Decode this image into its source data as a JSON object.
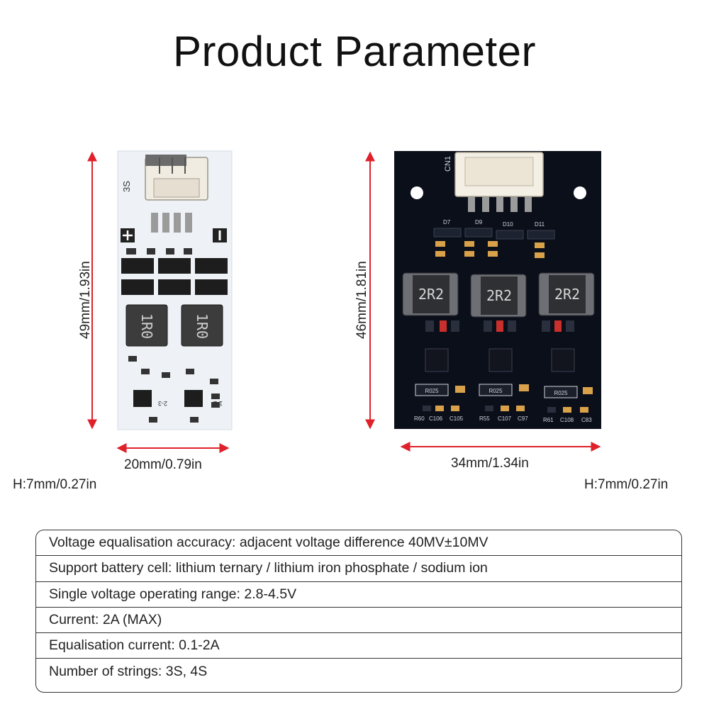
{
  "title": "Product Parameter",
  "left_board": {
    "height_label": "49mm/1.93in",
    "width_label": "20mm/0.79in",
    "thickness_label": "H:7mm/0.27in",
    "silk_3s": "3S",
    "inductor_marking": "1R0",
    "silk_labels": [
      "2-3",
      "1-2"
    ]
  },
  "right_board": {
    "height_label": "46mm/1.81in",
    "width_label": "34mm/1.34in",
    "thickness_label": "H:7mm/0.27in",
    "connector_label": "CN1",
    "inductor_marking": "2R2",
    "resistor_marking": "R025",
    "silk_labels": [
      "D7",
      "D9",
      "D10",
      "D11",
      "R60",
      "C106",
      "C105",
      "R55",
      "C107",
      "C97",
      "R61",
      "C108",
      "C83"
    ]
  },
  "specs": [
    "Voltage equalisation accuracy: adjacent voltage difference 40MV±10MV",
    "Support battery cell: lithium ternary / lithium iron phosphate / sodium ion",
    "Single voltage operating range: 2.8-4.5V",
    "Current: 2A (MAX)",
    "Equalisation current: 0.1-2A",
    "Number of strings: 3S, 4S"
  ],
  "colors": {
    "dimension_arrow": "#e0202a",
    "left_pcb": "#eef2f7",
    "right_pcb": "#0b0f1a"
  }
}
